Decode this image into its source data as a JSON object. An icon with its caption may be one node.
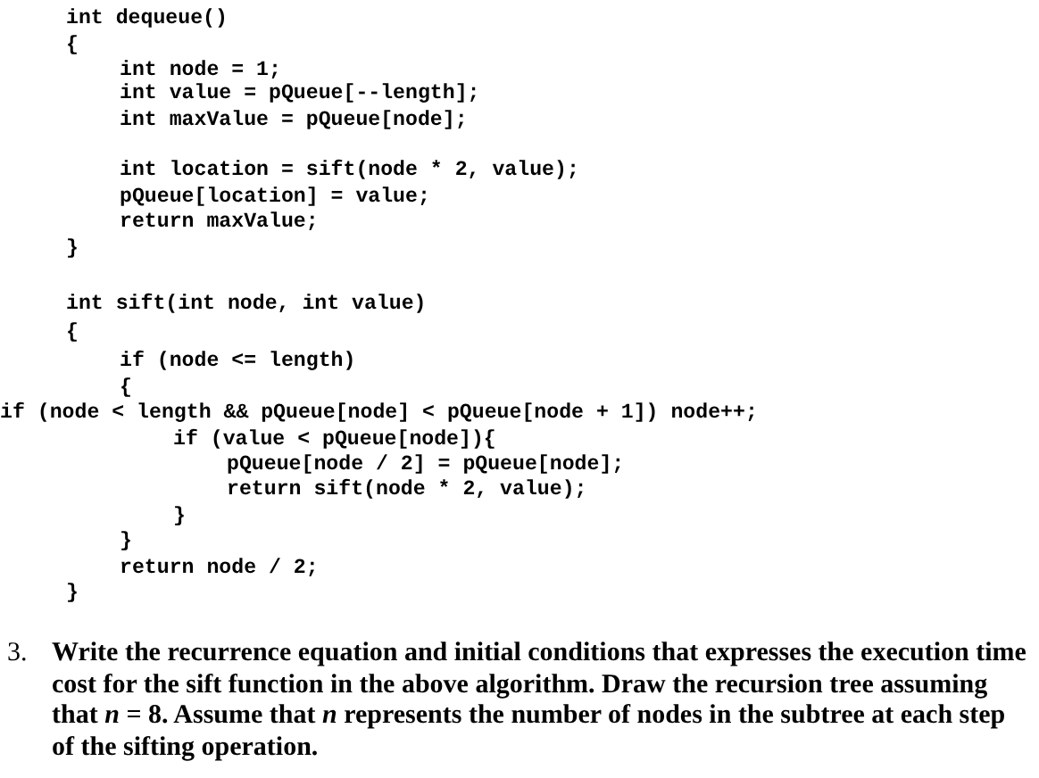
{
  "diagram": {
    "labels": [
      "int dequeue()",
      "{",
      "int node = 1;",
      "int value = pQueue[--length];",
      "int maxValue = pQueue[node];",
      "int location = sift(node * 2, value);",
      "pQueue[location] = value;",
      "return maxValue;",
      "}",
      "int sift(int node, int value)",
      "{",
      "if (node <= length)",
      "{",
      "if (node < length && pQueue[node] < pQueue[node + 1]) node++;",
      "if (value < pQueue[node]){",
      "pQueue[node / 2] = pQueue[node];",
      "return sift(node * 2, value);",
      "}",
      "}",
      "return node / 2;",
      "}",
      "3.",
      "Write the recurrence equation and initial conditions that expresses the execution time cost for the sift function in the above algorithm. Draw the recursion tree assuming that *n* = 8. Assume that *n* represents the number of nodes in the subtree at each step of the sifting operation."
    ]
  }
}
